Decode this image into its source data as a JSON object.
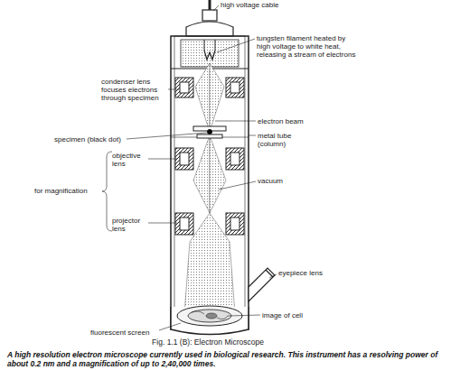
{
  "diagram": {
    "title": "Fig. 1.1 (B): Electron Microscope",
    "caption": "A high resolution electron microscope currently used in biological research. This instrument has a resolving power of about 0.2 nm and a magnification of up to 2,40,000 times.",
    "labels": [
      "high voltage cable",
      "tungsten filament heated by high voltage to white heat, releasing a stream of electrons",
      "condenser lens focuses electrons through specimen",
      "electron beam",
      "specimen (black dot)",
      "metal tube (column)",
      "objective lens",
      "vacuum",
      "for magnification",
      "projector lens",
      "eyepiece lens",
      "image of cell",
      "fluorescent screen"
    ]
  }
}
